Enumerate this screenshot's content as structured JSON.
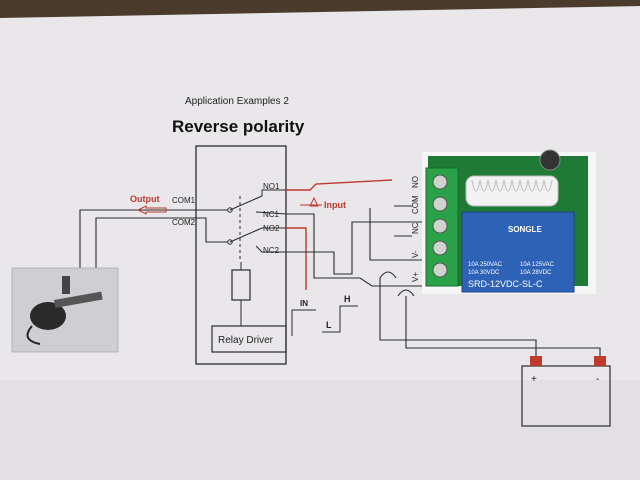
{
  "header": {
    "subtitle": "Application Examples 2",
    "title": "Reverse polarity"
  },
  "relay": {
    "pins": [
      "NO1",
      "NC1",
      "NO2",
      "NC2"
    ],
    "com_labels": [
      "COM1",
      "COM2"
    ],
    "driver_label": "Relay Driver"
  },
  "labels": {
    "output": "Output",
    "input": "Input",
    "in": "IN",
    "high": "H",
    "low": "L"
  },
  "module": {
    "terminals": [
      "NO",
      "COM",
      "NC",
      "V-",
      "V+"
    ],
    "relay_brand": "SONGLE",
    "relay_specs": [
      "10A 250VAC",
      "10A 125VAC",
      "10A 30VDC",
      "10A 28VDC"
    ],
    "relay_model": "SRD-12VDC-SL-C"
  },
  "battery": {
    "plus": "+",
    "minus": "-"
  },
  "colors": {
    "paper": "#e9e7ea",
    "line": "#2b2b2e",
    "red_wire": "#c0392b",
    "pcb": "#1f7a35",
    "relay_blue": "#2d62b6"
  }
}
